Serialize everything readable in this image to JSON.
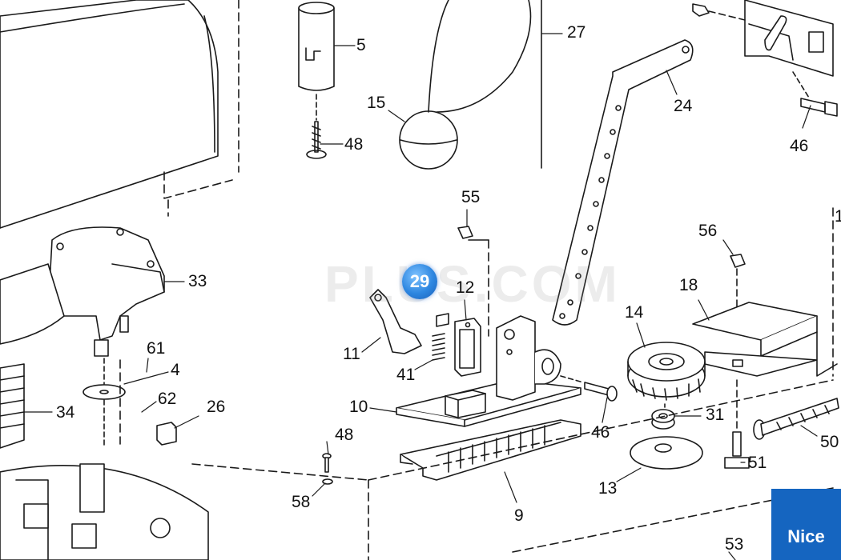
{
  "diagram": {
    "part_labels": {
      "p5": "5",
      "p48a": "48",
      "p15": "15",
      "p27": "27",
      "p24": "24",
      "p46a": "46",
      "p55": "55",
      "p56": "56",
      "p18": "18",
      "p14": "14",
      "p33": "33",
      "p12": "12",
      "p11": "11",
      "p41": "41",
      "p61": "61",
      "p4": "4",
      "p62": "62",
      "p26": "26",
      "p34": "34",
      "p10": "10",
      "p46b": "46",
      "p31": "31",
      "p50": "50",
      "p51": "51",
      "p48b": "48",
      "p58": "58",
      "p9": "9",
      "p13": "13",
      "p53": "53",
      "p1": "1"
    },
    "highlight_badge": "29",
    "watermark": "PLUS.COM",
    "brand_logo": "Nice"
  },
  "colors": {
    "line": "#1a1a1a",
    "badge": "#2d86e0",
    "logo_bg": "#1565c0"
  }
}
